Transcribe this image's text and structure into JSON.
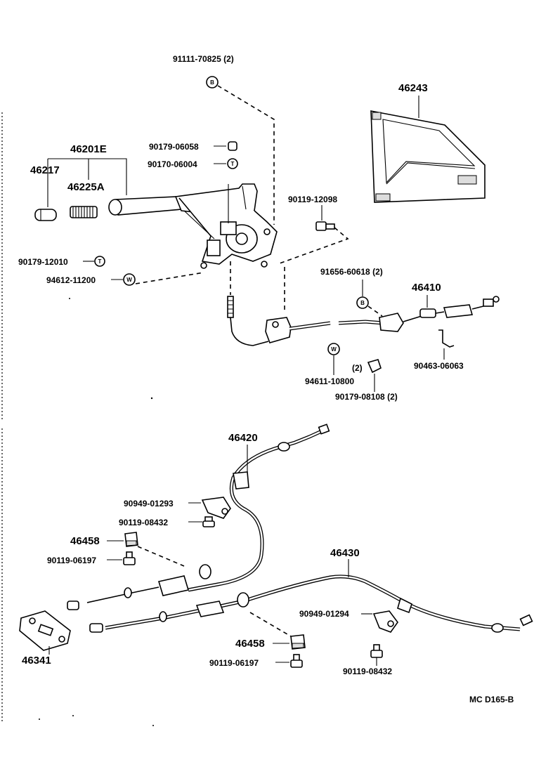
{
  "labels": {
    "p91111_70825": "91111-70825 (2)",
    "p46243": "46243",
    "p46201E": "46201E",
    "p90179_06058": "90179-06058",
    "p90170_06004": "90170-06004",
    "p46217": "46217",
    "p46225A": "46225A",
    "p90119_12098": "90119-12098",
    "p90179_12010": "90179-12010",
    "p94612_11200": "94612-11200",
    "p91656_60618": "91656-60618 (2)",
    "p46410": "46410",
    "p90463_06063": "90463-06063",
    "p94611_10800": "94611-10800",
    "p2": "(2)",
    "p90179_08108": "90179-08108 (2)",
    "p46420": "46420",
    "p90949_01293": "90949-01293",
    "p90119_08432_a": "90119-08432",
    "p46458_a": "46458",
    "p90119_06197_a": "90119-06197",
    "p46430": "46430",
    "p90949_01294": "90949-01294",
    "p46341": "46341",
    "p46458_b": "46458",
    "p90119_06197_b": "90119-06197",
    "p90119_08432_b": "90119-08432",
    "ref_code": "MC  D165-B"
  },
  "symbols": {
    "B": "B",
    "T": "T",
    "W": "W"
  }
}
